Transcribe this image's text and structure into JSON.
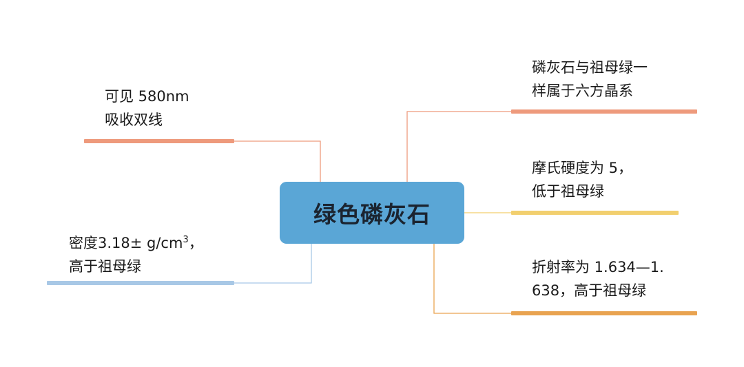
{
  "center": {
    "label": "绿色磷灰石"
  },
  "colors": {
    "center_fill": "#5aa6d6",
    "salmon": "#ee9a7c",
    "yellow": "#f2cf6e",
    "orange": "#e9a350",
    "blue": "#a8c8e6"
  },
  "branches": {
    "left_top": {
      "line1": "可见 580nm",
      "line2": "吸收双线"
    },
    "left_bottom": {
      "line1_prefix": "密度3.18± g/cm",
      "line1_sup": "3",
      "line1_suffix": "，",
      "line2": "高于祖母绿"
    },
    "right_top": {
      "line1": "磷灰石与祖母绿一",
      "line2": "样属于六方晶系"
    },
    "right_middle": {
      "line1": "摩氏硬度为 5，",
      "line2": "低于祖母绿"
    },
    "right_bottom": {
      "line1": "折射率为 1.634—1.",
      "line2": "638，高于祖母绿"
    }
  }
}
